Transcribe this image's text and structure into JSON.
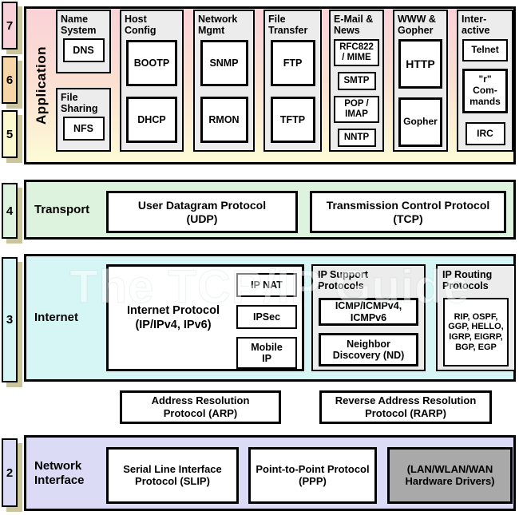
{
  "watermark": "The TCP/IP Guide",
  "colors": {
    "layer7_pink": "#f8d1d9",
    "layer6_orange": "#f8d5a7",
    "layer5_yellow": "#fbf9d0",
    "layer4_green": "#ddf3dd",
    "layer3_cyan": "#d6f5f5",
    "layer2_lavender": "#dbdbf5",
    "group_gray": "#ececec",
    "hardware_gray": "#a9a9a9",
    "shadow_khaki": "#cbc59c"
  },
  "layer_numbers": {
    "n7": "7",
    "n6": "6",
    "n5": "5",
    "n4": "4",
    "n3": "3",
    "n2": "2"
  },
  "application": {
    "label": "Application",
    "name_system": {
      "title": "Name\nSystem",
      "dns": "DNS"
    },
    "file_sharing": {
      "title": "File\nSharing",
      "nfs": "NFS"
    },
    "host_config": {
      "title": "Host\nConfig",
      "bootp": "BOOTP",
      "dhcp": "DHCP"
    },
    "network_mgmt": {
      "title": "Network\nMgmt",
      "snmp": "SNMP",
      "rmon": "RMON"
    },
    "file_transfer": {
      "title": "File\nTransfer",
      "ftp": "FTP",
      "tftp": "TFTP"
    },
    "email_news": {
      "title": "E-Mail &\nNews",
      "rfc822_mime": "RFC822\n/ MIME",
      "smtp": "SMTP",
      "pop_imap": "POP /\nIMAP",
      "nntp": "NNTP"
    },
    "www_gopher": {
      "title": "WWW &\nGopher",
      "http": "HTTP",
      "gopher": "Gopher"
    },
    "interactive": {
      "title": "Inter-\nactive",
      "telnet": "Telnet",
      "r_commands": "\"r\"\nCom-\nmands",
      "irc": "IRC"
    }
  },
  "transport": {
    "label": "Transport",
    "udp": "User Datagram Protocol\n(UDP)",
    "tcp": "Transmission Control Protocol\n(TCP)"
  },
  "internet": {
    "label": "Internet",
    "ip": "Internet Protocol\n(IP/IPv4, IPv6)",
    "ip_nat": "IP NAT",
    "ipsec": "IPSec",
    "mobile_ip": "Mobile\nIP",
    "support": {
      "title": "IP Support\nProtocols",
      "icmp": "ICMP/ICMPv4,\nICMPv6",
      "nd": "Neighbor\nDiscovery (ND)"
    },
    "routing": {
      "title": "IP Routing\nProtocols",
      "list": "RIP, OSPF,\nGGP, HELLO,\nIGRP, EIGRP,\nBGP, EGP"
    }
  },
  "resolution": {
    "arp": "Address Resolution\nProtocol (ARP)",
    "rarp": "Reverse Address Resolution\nProtocol (RARP)"
  },
  "network_interface": {
    "label": "Network\nInterface",
    "slip": "Serial Line Interface\nProtocol (SLIP)",
    "ppp": "Point-to-Point Protocol\n(PPP)",
    "hw": "(LAN/WLAN/WAN\nHardware Drivers)"
  }
}
